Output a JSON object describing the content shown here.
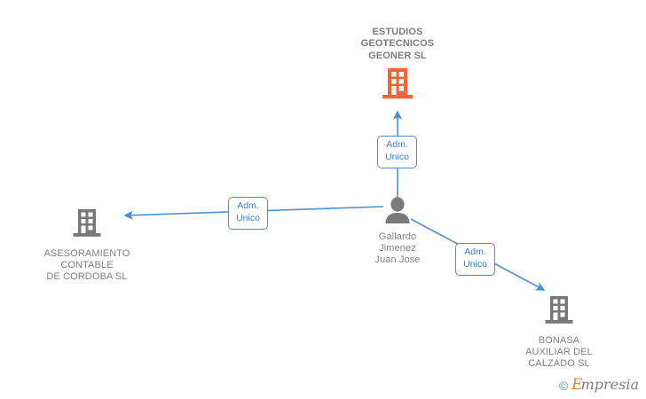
{
  "diagram": {
    "background_color": "#ffffff",
    "edge_color": "#4a8fd4",
    "company_accent_color": "#f96332",
    "company_gray_color": "#787878",
    "person_color": "#7a7a7a",
    "text_color": "#808080"
  },
  "nodes": {
    "company_main": {
      "label": "ESTUDIOS\nGEOTECNICOS\nGEONER SL",
      "icon": "building-icon",
      "color": "#f96332"
    },
    "person": {
      "label": "Gallardo\nJimenez\nJuan Jose",
      "icon": "person-icon",
      "color": "#7a7a7a"
    },
    "company_left": {
      "label": "ASESORAMIENTO\nCONTABLE\nDE CORDOBA SL",
      "icon": "building-icon",
      "color": "#787878"
    },
    "company_bottom_right": {
      "label": "BONASA\nAUXILIAR DEL\nCALZADO SL",
      "icon": "building-icon",
      "color": "#787878"
    }
  },
  "edges": [
    {
      "name": "person-to-company-main",
      "label": "Adm.\nUnico"
    },
    {
      "name": "person-to-company-left",
      "label": "Adm.\nUnico"
    },
    {
      "name": "person-to-company-bottom-right",
      "label": "Adm.\nUnico"
    }
  ],
  "watermark": {
    "copyright": "©",
    "brand_first": "E",
    "brand_rest": "mpresia"
  }
}
